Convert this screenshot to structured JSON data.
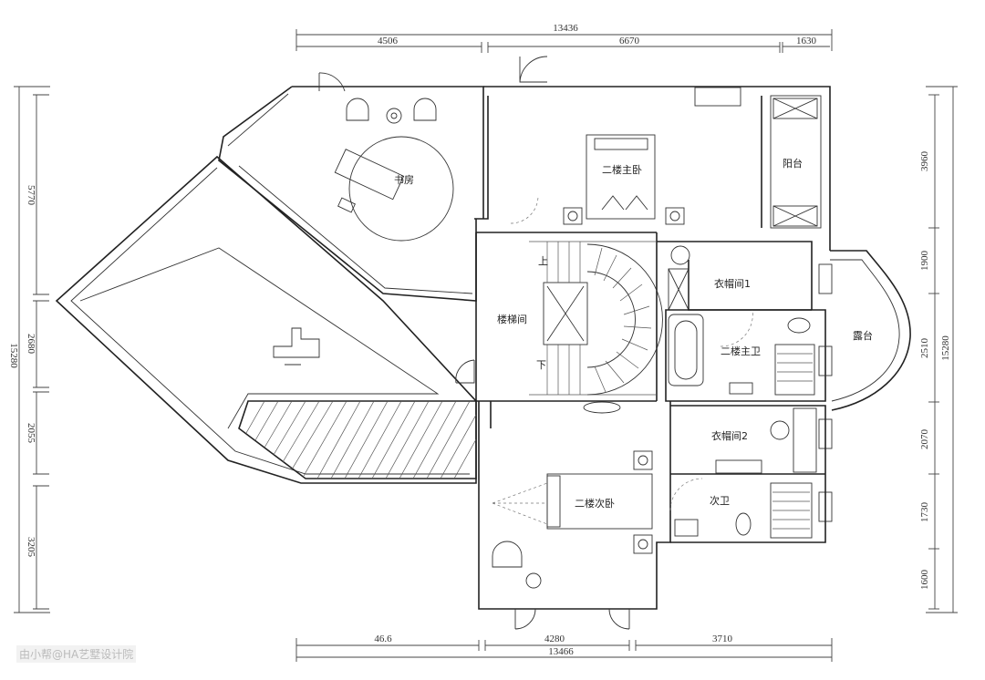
{
  "dimensions": {
    "top_total": "13436",
    "top_segments": [
      "4506",
      "6670",
      "1630"
    ],
    "bottom_segments": [
      "46.6",
      "4280",
      "3710"
    ],
    "bottom_total": "13466",
    "left_total": "15280",
    "left_segments": [
      "5770",
      "2680",
      "2055",
      "3205"
    ],
    "right_segments": [
      "3960",
      "1900",
      "2510",
      "2070",
      "1730",
      "1600"
    ],
    "right_total": "15280"
  },
  "rooms": {
    "study": "书房",
    "master_bedroom": "二楼主卧",
    "balcony": "阳台",
    "closet_1": "衣帽间1",
    "stairwell": "楼梯间",
    "master_bath": "二楼主卫",
    "terrace": "露台",
    "closet_2": "衣帽间2",
    "second_bedroom": "二楼次卧",
    "second_bath": "次卫",
    "stair_up": "上",
    "stair_down": "下"
  },
  "watermark": "由小帮@HA艺墅设计院"
}
